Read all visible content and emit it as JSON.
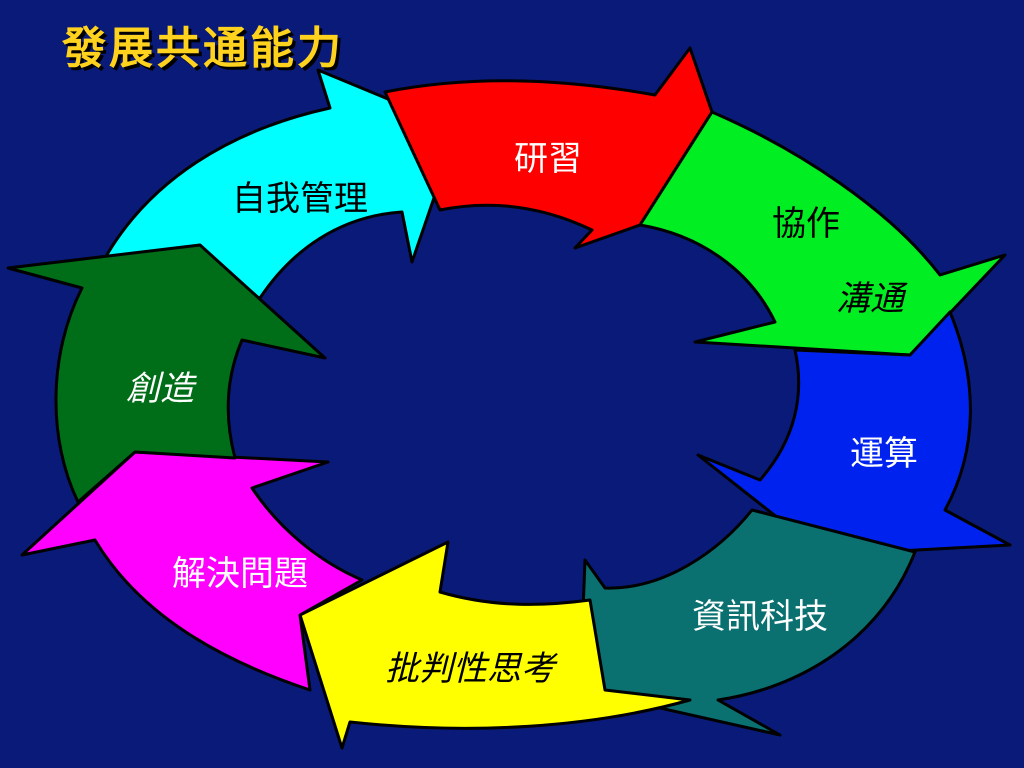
{
  "title": "發展共通能力",
  "colors": {
    "background": "#0a1a78",
    "title": "#ffd21e"
  },
  "segments": [
    {
      "key": "self_mgmt",
      "label": "自我管理",
      "color": "#00ffff",
      "text_color": "#000000",
      "italic": false
    },
    {
      "key": "research",
      "label": "研習",
      "color": "#ff0000",
      "text_color": "#ffffff",
      "italic": false
    },
    {
      "key": "collaborate",
      "label": "協作",
      "color": "#00ee22",
      "text_color": "#000000",
      "italic": false
    },
    {
      "key": "communicate",
      "label": "溝通",
      "color": "#00ee22",
      "text_color": "#000000",
      "italic": true
    },
    {
      "key": "compute",
      "label": "運算",
      "color": "#0022ee",
      "text_color": "#ffffff",
      "italic": false
    },
    {
      "key": "it",
      "label": "資訊科技",
      "color": "#0a7070",
      "text_color": "#ffffff",
      "italic": false
    },
    {
      "key": "critical",
      "label": "批判性思考",
      "color": "#ffff00",
      "text_color": "#000000",
      "italic": true
    },
    {
      "key": "problem",
      "label": "解決問題",
      "color": "#ff00ff",
      "text_color": "#ffffff",
      "italic": false
    },
    {
      "key": "create",
      "label": "創造",
      "color": "#006e18",
      "text_color": "#ffffff",
      "italic": true
    }
  ]
}
